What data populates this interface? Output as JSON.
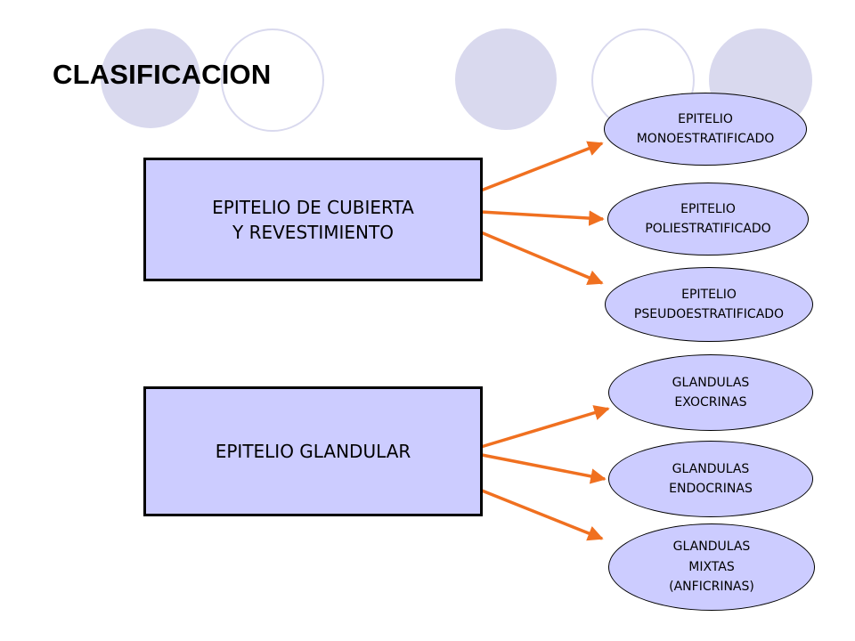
{
  "title": "CLASIFICACION",
  "colors": {
    "box_fill": "#ccccff",
    "decor": "#d9d9ee",
    "arrow": "#f07020"
  },
  "groups": [
    {
      "label": "EPITELIO DE CUBIERTA\nY REVESTIMIENTO",
      "children": [
        "EPITELIO\nMONOESTRATIFICADO",
        "EPITELIO\nPOLIESTRATIFICADO",
        "EPITELIO\nPSEUDOESTRATIFICADO"
      ]
    },
    {
      "label": "EPITELIO GLANDULAR",
      "children": [
        "GLANDULAS\nEXOCRINAS",
        "GLANDULAS\nENDOCRINAS",
        "GLANDULAS\nMIXTAS\n(ANFICRINAS)"
      ]
    }
  ]
}
